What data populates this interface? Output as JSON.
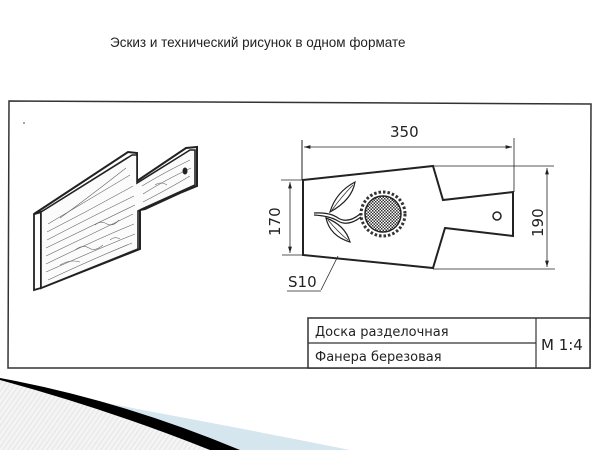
{
  "slide": {
    "title": "Эскиз и технический рисунок в одном формате"
  },
  "drawing": {
    "dimensions": {
      "length": "350",
      "width_left": "170",
      "width_right": "190",
      "thickness": "S10"
    },
    "title_block": {
      "name": "Доска разделочная",
      "material": "Фанера березовая",
      "scale": "М 1:4"
    }
  },
  "colors": {
    "line": "#222222",
    "wood_hatch": "#555555",
    "swoosh_dark": "#000000",
    "swoosh_light": "#d5e6ee",
    "stripes": "#e4e4e4"
  }
}
